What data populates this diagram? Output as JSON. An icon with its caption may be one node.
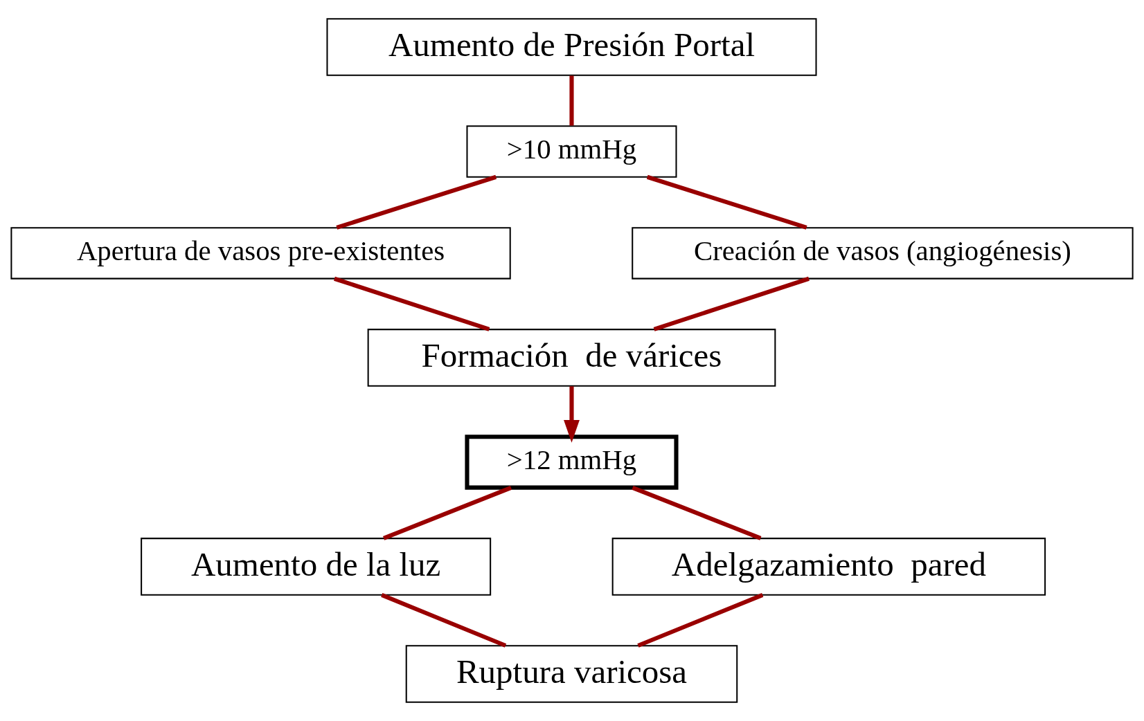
{
  "diagram": {
    "nodes": [
      {
        "text": [
          "Aumento de Presión Portal"
        ]
      },
      {
        "text": [
          ">10 mmHg"
        ]
      },
      {
        "text": [
          "Apertura de vasos pre-existentes"
        ]
      },
      {
        "text": [
          "Creación de vasos (angiogénesis)"
        ]
      },
      {
        "text": [
          "Formación  de várices"
        ]
      },
      {
        "text": [
          ">12 mmHg"
        ]
      },
      {
        "text": [
          "Aumento de la luz"
        ]
      },
      {
        "text": [
          "Adelgazamiento  pared"
        ]
      },
      {
        "text": [
          "Ruptura varicosa"
        ]
      }
    ],
    "edges": [
      {
        "from": 0,
        "to": 1,
        "arrow": "none",
        "color": "#990000"
      },
      {
        "from": 1,
        "to": 2,
        "arrow": "none",
        "color": "#990000"
      },
      {
        "from": 1,
        "to": 3,
        "arrow": "none",
        "color": "#990000"
      },
      {
        "from": 2,
        "to": 4,
        "arrow": "none",
        "color": "#990000"
      },
      {
        "from": 3,
        "to": 4,
        "arrow": "none",
        "color": "#990000"
      },
      {
        "from": 4,
        "to": 5,
        "arrow": "to",
        "color": "#990000"
      },
      {
        "from": 5,
        "to": 6,
        "arrow": "none",
        "color": "#990000"
      },
      {
        "from": 5,
        "to": 7,
        "arrow": "none",
        "color": "#990000"
      },
      {
        "from": 6,
        "to": 8,
        "arrow": "none",
        "color": "#990000"
      },
      {
        "from": 7,
        "to": 8,
        "arrow": "none",
        "color": "#990000"
      }
    ]
  }
}
